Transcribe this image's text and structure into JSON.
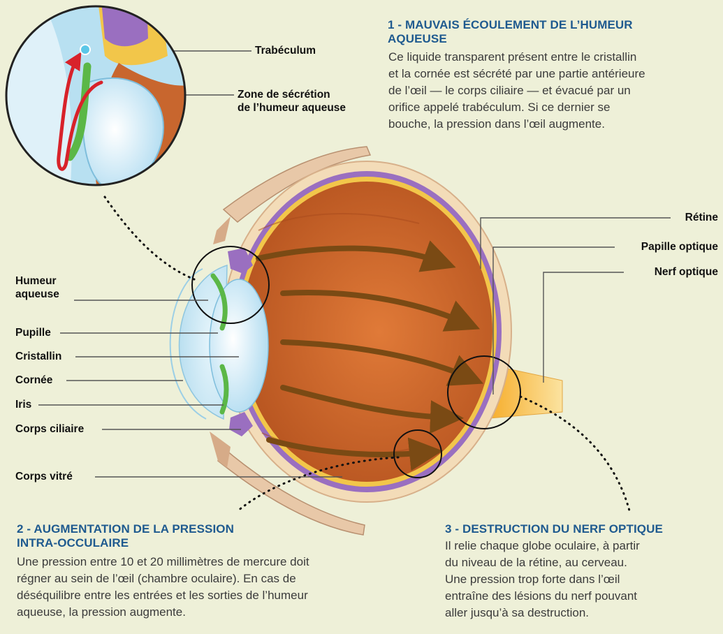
{
  "section1": {
    "heading_line1": "1 - MAUVAIS ÉCOULEMENT DE L’HUMEUR",
    "heading_line2": "AQUEUSE",
    "body_lines": [
      "Ce liquide transparent présent entre le cristallin",
      "et la cornée est sécrété par une partie antérieure",
      "de l’œil — le corps ciliaire — et évacué par un",
      "orifice appelé trabéculum. Si ce dernier se",
      "bouche, la pression dans l’œil augmente."
    ]
  },
  "section2": {
    "heading_line1": "2 - AUGMENTATION DE LA PRESSION",
    "heading_line2": "INTRA-OCCULAIRE",
    "body_lines": [
      "Une pression entre 10 et 20 millimètres de mercure doit",
      "régner au sein de l’œil (chambre oculaire). En cas de",
      "déséquilibre entre les entrées et les sorties de l’humeur",
      "aqueuse, la pression augmente."
    ]
  },
  "section3": {
    "heading": "3 - DESTRUCTION DU NERF OPTIQUE",
    "body_lines": [
      "Il relie chaque globe oculaire, à partir",
      "du niveau de la rétine, au cerveau.",
      "Une pression trop forte dans l’œil",
      "entraîne des lésions du nerf pouvant",
      "aller jusqu’à sa destruction."
    ]
  },
  "inset_labels": {
    "trabeculum": "Trabéculum",
    "secretion_line1": "Zone de sécrétion",
    "secretion_line2": "de l’humeur aqueuse"
  },
  "left_labels": {
    "humeur_line1": "Humeur",
    "humeur_line2": "aqueuse",
    "pupille": "Pupille",
    "cristallin": "Cristallin",
    "cornee": "Cornée",
    "iris": "Iris",
    "corps_ciliaire": "Corps ciliaire",
    "corps_vitre": "Corps vitré"
  },
  "right_labels": {
    "retine": "Rétine",
    "papille": "Papille optique",
    "nerf": "Nerf optique"
  },
  "colors": {
    "background": "#eef0d8",
    "heading": "#1f5a8f",
    "eye_interior": "#c8662e",
    "sclera": "#f3dcb8",
    "retina": "#9a6fc0",
    "optic_nerve": "#f0b437",
    "lens": "#bfe3f4",
    "iris": "#5bb747",
    "arrow": "#7a4a14",
    "flow": "#d8222a"
  }
}
